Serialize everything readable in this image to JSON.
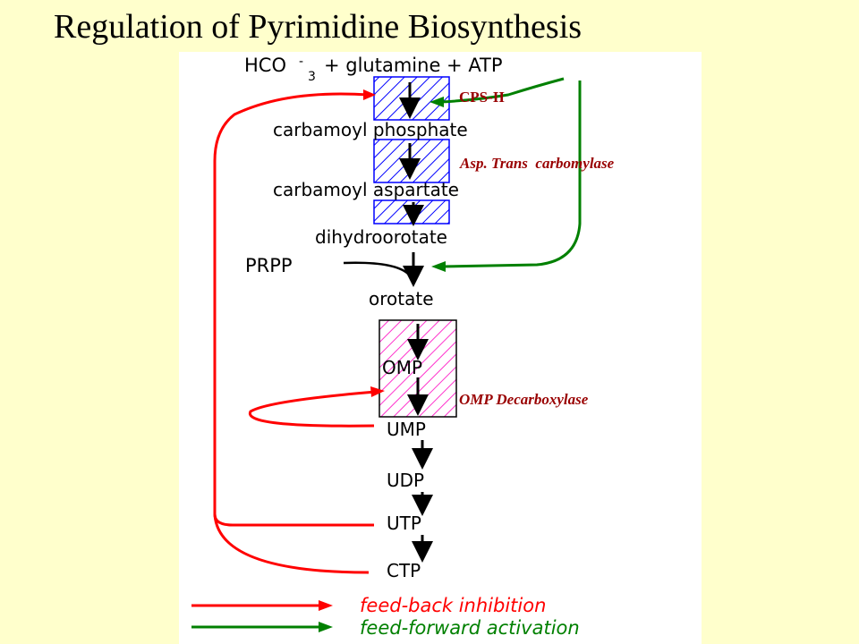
{
  "title": "Regulation of Pyrimidine Biosynthesis",
  "colors": {
    "background": "#ffffcc",
    "panel": "#ffffff",
    "inhibition": "#ff0000",
    "activation": "#008000",
    "enzyme_box_blue": "#0000ff",
    "enzyme_box_magenta": "#ff33cc",
    "enzyme_label": "#990000"
  },
  "substrates": {
    "hco3": "HCO",
    "hco3_charge": "-",
    "hco3_subscript": "3",
    "rest": "+ glutamine + ATP"
  },
  "metabolites": [
    "carbamoyl phosphate",
    "carbamoyl aspartate",
    "dihydroorotate",
    "orotate",
    "OMP",
    "UMP",
    "UDP",
    "UTP",
    "CTP"
  ],
  "cosubstrate": "PRPP",
  "enzymes": {
    "cps": "CPS-II",
    "atc": "Asp. Trans  carbomylase",
    "odc": "OMP Decarboxylase"
  },
  "legend": {
    "inhibition": "feed-back inhibition",
    "activation": "feed-forward activation"
  }
}
